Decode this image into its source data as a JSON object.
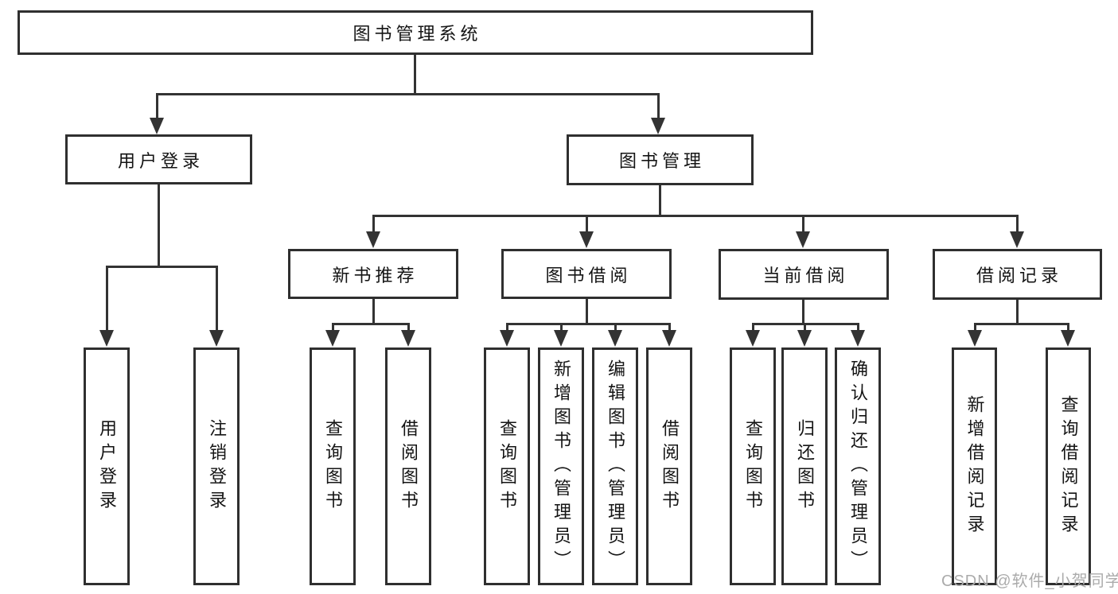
{
  "diagram": {
    "type": "tree",
    "root": {
      "label": "图书管理系统"
    },
    "level2": [
      {
        "id": "user-login-module",
        "label": "用户登录"
      },
      {
        "id": "book-management-module",
        "label": "图书管理"
      }
    ],
    "level3": [
      {
        "id": "new-book-recommend",
        "label": "新书推荐",
        "parent": "图书管理"
      },
      {
        "id": "book-borrow",
        "label": "图书借阅",
        "parent": "图书管理"
      },
      {
        "id": "current-borrow",
        "label": "当前借阅",
        "parent": "图书管理"
      },
      {
        "id": "borrow-records",
        "label": "借阅记录",
        "parent": "图书管理"
      }
    ],
    "leaves": {
      "user_login": [
        "用户登录",
        "注销登录"
      ],
      "new_book": [
        "查询图书",
        "借阅图书"
      ],
      "book_borrow": [
        "查询图书",
        "新增图书（管理员）",
        "编辑图书（管理员）",
        "借阅图书"
      ],
      "current_borrow": [
        "查询图书",
        "归还图书",
        "确认归还（管理员）"
      ],
      "borrow_records": [
        "新增借阅记录",
        "查询借阅记录"
      ]
    }
  },
  "watermark": {
    "text": "CSDN @软件_小贺同学"
  },
  "colors": {
    "background": "#ffffff",
    "box_border": "#2f2f2f",
    "line": "#333333",
    "text": "#141414",
    "watermark": "#ababab"
  }
}
